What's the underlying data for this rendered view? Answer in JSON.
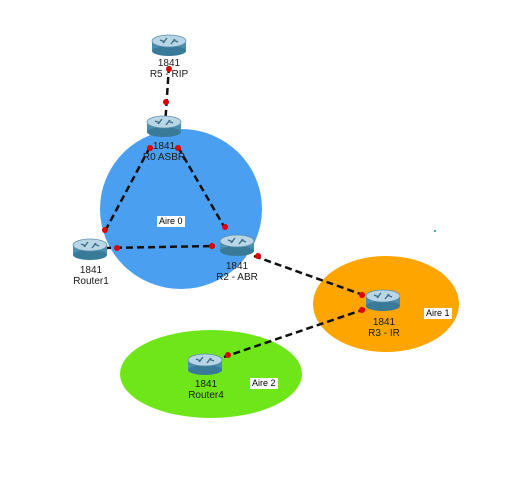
{
  "areas": [
    {
      "id": "aire0",
      "label": "Aire 0",
      "color": "#4a9ff0"
    },
    {
      "id": "aire1",
      "label": "Aire 1",
      "color": "#ffa500"
    },
    {
      "id": "aire2",
      "label": "Aire 2",
      "color": "#6fe61a"
    }
  ],
  "routers": [
    {
      "id": "r5",
      "model": "1841",
      "name": "R5 - RIP"
    },
    {
      "id": "r0",
      "model": "1841",
      "name": "R0 ASBR"
    },
    {
      "id": "router1",
      "model": "1841",
      "name": "Router1"
    },
    {
      "id": "r2",
      "model": "1841",
      "name": "R2 - ABR"
    },
    {
      "id": "r3",
      "model": "1841",
      "name": "R3 - IR"
    },
    {
      "id": "router4",
      "model": "1841",
      "name": "Router4"
    }
  ],
  "links": [
    {
      "from": "r5",
      "to": "r0"
    },
    {
      "from": "r0",
      "to": "router1"
    },
    {
      "from": "r0",
      "to": "r2"
    },
    {
      "from": "router1",
      "to": "r2"
    },
    {
      "from": "r2",
      "to": "r3"
    },
    {
      "from": "r3",
      "to": "router4"
    }
  ],
  "colors": {
    "link": "#111111",
    "port": "#e00000",
    "router_body": "#4a8fb0",
    "router_top": "#b8d6e6"
  }
}
